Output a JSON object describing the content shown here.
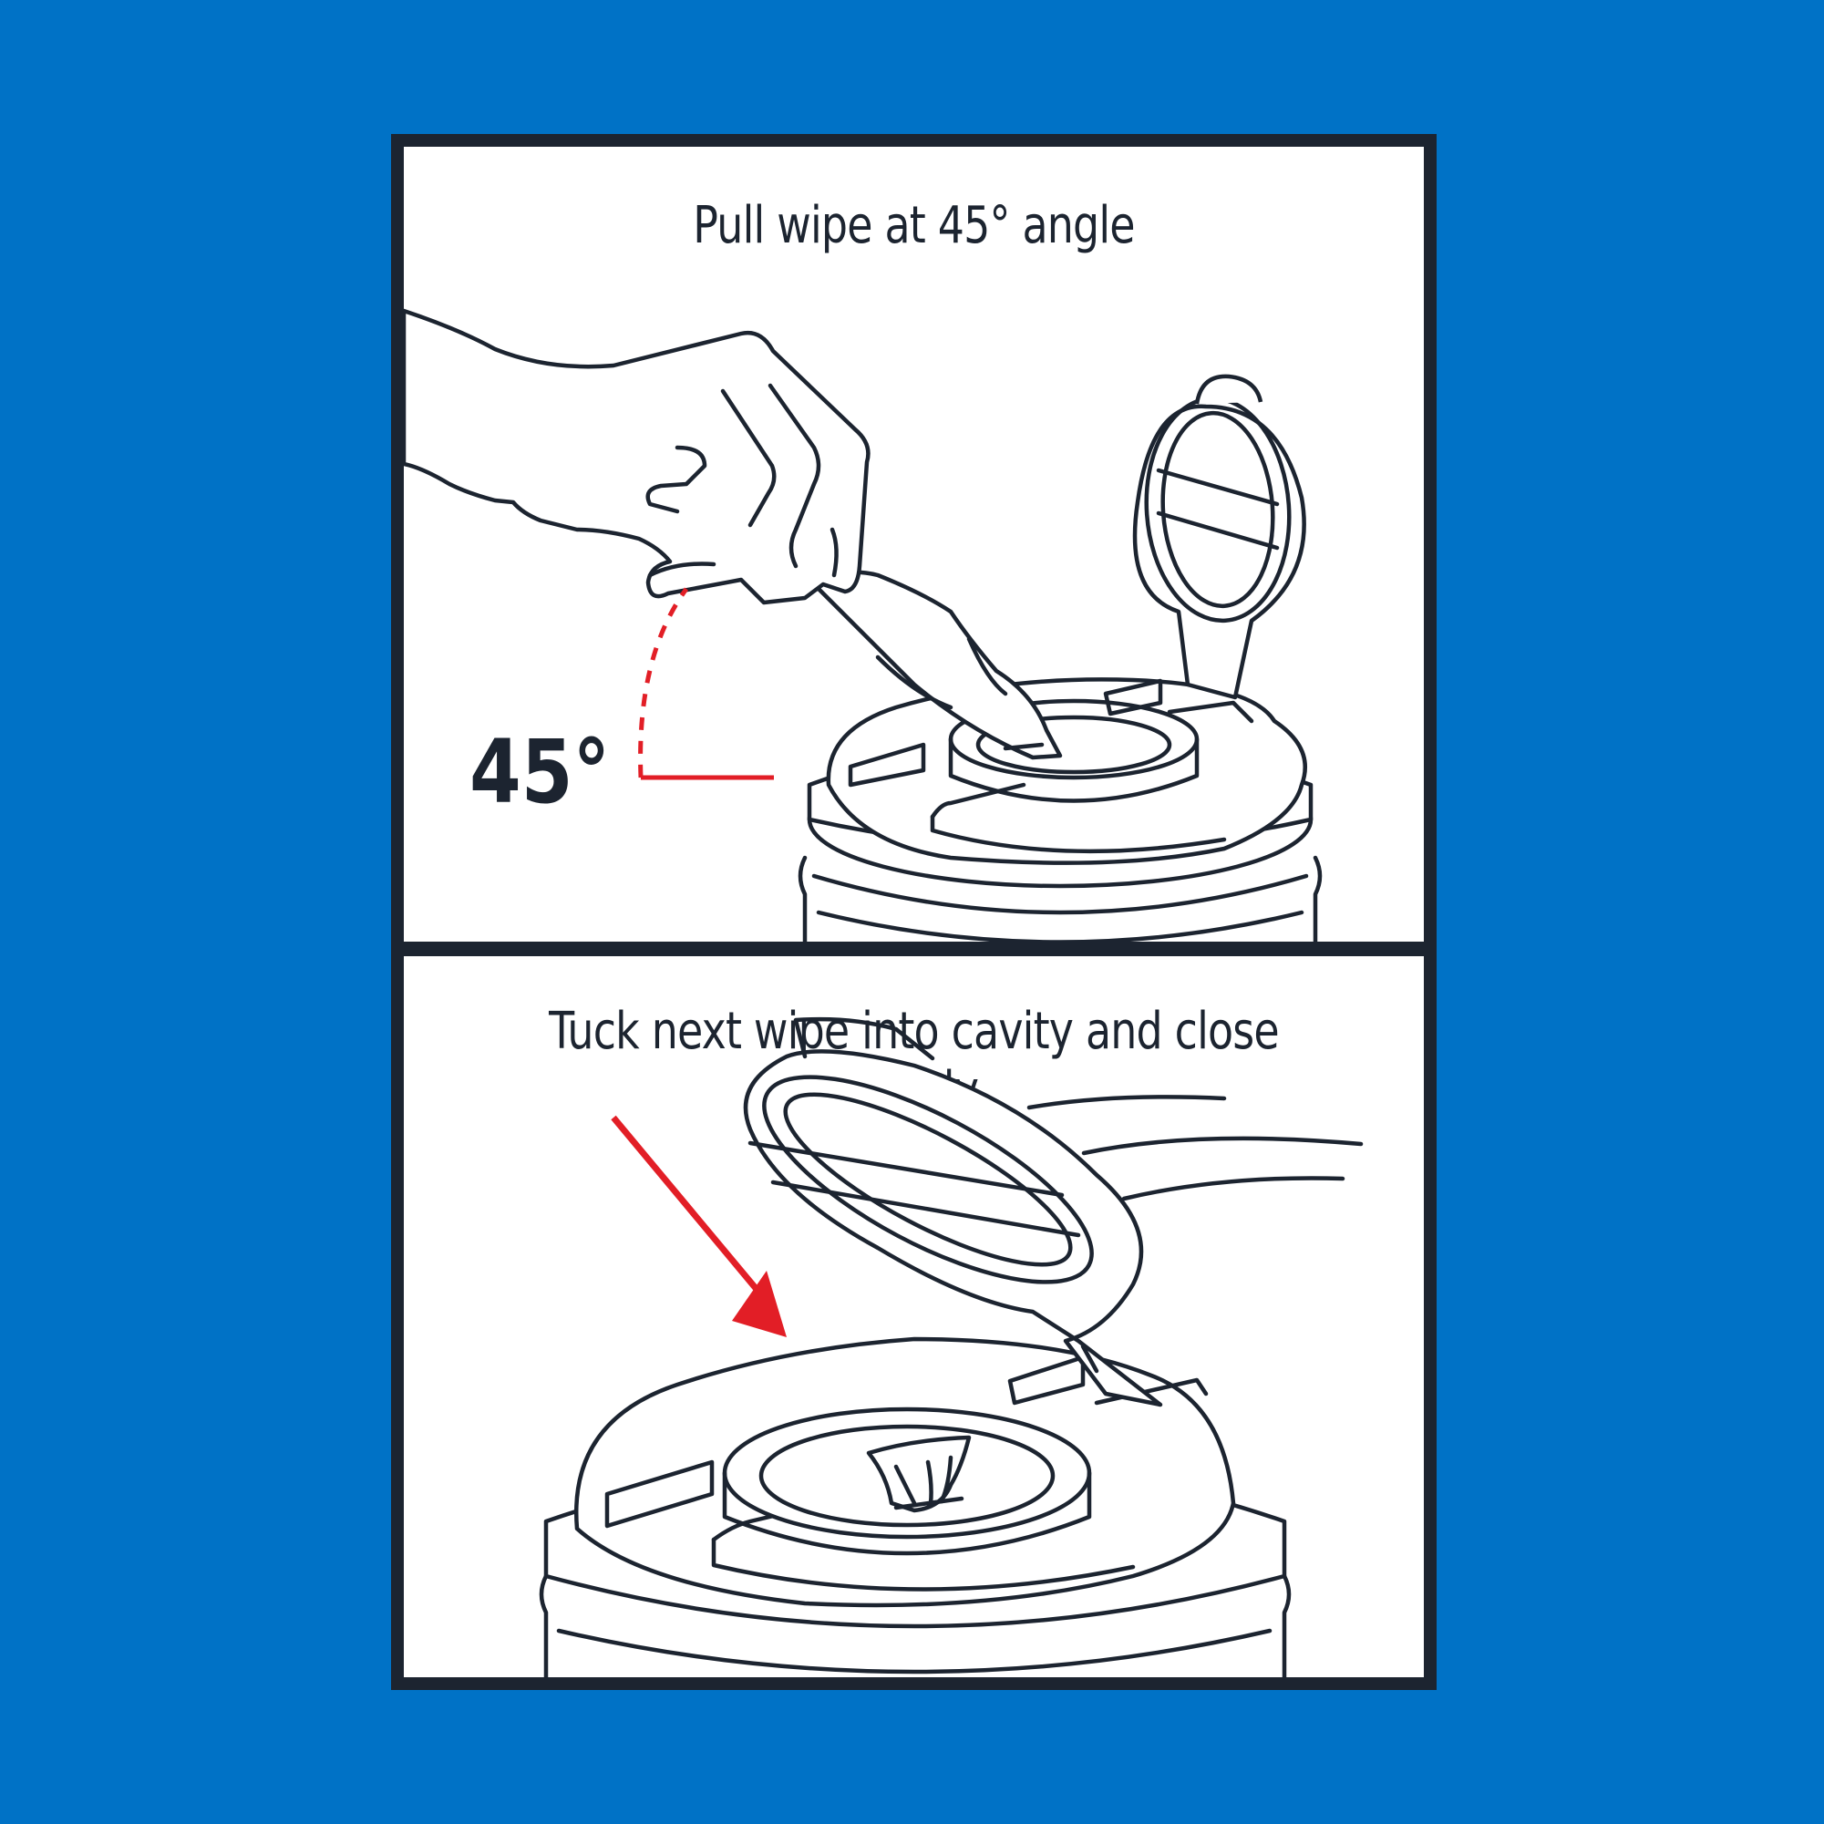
{
  "step1": {
    "caption": "Pull wipe at 45° angle",
    "angle_label": "45°"
  },
  "step2": {
    "caption": "Tuck next wipe into cavity and close tightly"
  },
  "colors": {
    "background": "#0072C6",
    "frame": "#1c2430",
    "panel": "#ffffff",
    "accent": "#E21E26"
  }
}
